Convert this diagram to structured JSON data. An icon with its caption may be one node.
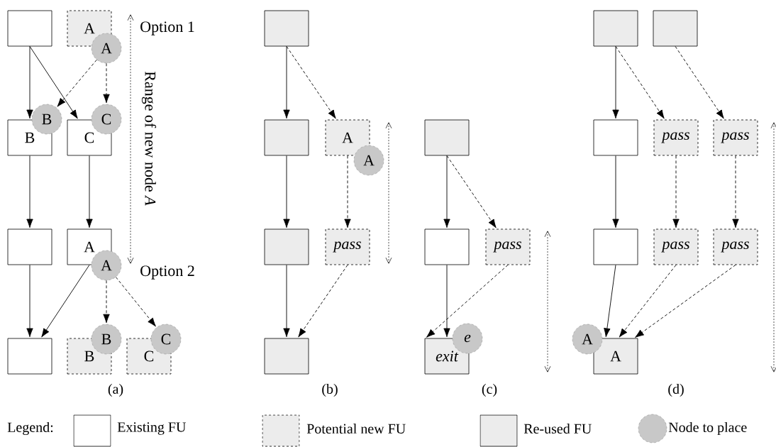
{
  "diagram": {
    "nodes": [
      {
        "text": [],
        "shape": "box"
      },
      {
        "text": [
          "A"
        ]
      },
      {
        "text": [
          "A"
        ]
      },
      {
        "text": [
          "B"
        ]
      },
      {
        "text": [
          "B"
        ]
      },
      {
        "text": [
          "C"
        ]
      },
      {
        "text": [
          "C"
        ]
      },
      {
        "text": [],
        "shape": "box"
      },
      {
        "text": [
          "A"
        ]
      },
      {
        "text": [
          "A"
        ]
      },
      {
        "text": [],
        "shape": "box"
      },
      {
        "text": [
          "B"
        ]
      },
      {
        "text": [
          "B"
        ]
      },
      {
        "text": [
          "C"
        ]
      },
      {
        "text": [
          "C"
        ]
      },
      {
        "text": [],
        "shape": "box"
      },
      {
        "text": [],
        "shape": "box"
      },
      {
        "text": [
          "A"
        ]
      },
      {
        "text": [
          "A"
        ]
      },
      {
        "text": [],
        "shape": "box"
      },
      {
        "text": [
          "pass"
        ]
      },
      {
        "text": [],
        "shape": "box"
      },
      {
        "text": [],
        "shape": "box"
      },
      {
        "text": [],
        "shape": "box"
      },
      {
        "text": [
          "pass"
        ]
      },
      {
        "text": [
          "exit"
        ]
      },
      {
        "text": [
          "e"
        ]
      },
      {
        "text": [],
        "shape": "box"
      },
      {
        "text": [],
        "shape": "box"
      },
      {
        "text": [],
        "shape": "box"
      },
      {
        "text": [
          "pass"
        ]
      },
      {
        "text": [
          "pass"
        ]
      },
      {
        "text": [],
        "shape": "box"
      },
      {
        "text": [
          "pass"
        ]
      },
      {
        "text": [
          "pass"
        ]
      },
      {
        "text": [
          "A"
        ]
      },
      {
        "text": [
          "A"
        ]
      }
    ],
    "edges": [
      {
        "from": 0,
        "to": 3,
        "arrow": "to"
      },
      {
        "from": 0,
        "to": 5,
        "arrow": "to"
      },
      {
        "from": 2,
        "to": 4,
        "arrow": "to",
        "style": "dashed"
      },
      {
        "from": 2,
        "to": 6,
        "arrow": "to",
        "style": "dashed"
      },
      {
        "from": 3,
        "to": 7,
        "arrow": "to"
      },
      {
        "from": 5,
        "to": 8,
        "arrow": "to"
      },
      {
        "from": 7,
        "to": 10,
        "arrow": "to"
      },
      {
        "from": 8,
        "to": 10,
        "arrow": "to"
      },
      {
        "from": 9,
        "to": 12,
        "arrow": "to",
        "style": "dashed"
      },
      {
        "from": 9,
        "to": 14,
        "arrow": "to",
        "style": "dashed"
      },
      {
        "from": 15,
        "to": 16,
        "arrow": "to"
      },
      {
        "from": 15,
        "to": 17,
        "arrow": "to",
        "style": "dashed"
      },
      {
        "from": 16,
        "to": 19,
        "arrow": "to"
      },
      {
        "from": 17,
        "to": 20,
        "arrow": "to",
        "style": "dashed"
      },
      {
        "from": 19,
        "to": 21,
        "arrow": "to"
      },
      {
        "from": 20,
        "to": 21,
        "arrow": "to",
        "style": "dashed"
      },
      {
        "from": 22,
        "to": 23,
        "arrow": "to"
      },
      {
        "from": 22,
        "to": 24,
        "arrow": "to",
        "style": "dashed"
      },
      {
        "from": 23,
        "to": 25,
        "arrow": "to"
      },
      {
        "from": 24,
        "to": 25,
        "arrow": "to",
        "style": "dashed"
      },
      {
        "from": 27,
        "to": 29,
        "arrow": "to"
      },
      {
        "from": 27,
        "to": 30,
        "arrow": "to",
        "style": "dashed"
      },
      {
        "from": 28,
        "to": 31,
        "arrow": "to",
        "style": "dashed"
      },
      {
        "from": 29,
        "to": 32,
        "arrow": "to"
      },
      {
        "from": 30,
        "to": 33,
        "arrow": "to",
        "style": "dashed"
      },
      {
        "from": 31,
        "to": 34,
        "arrow": "to",
        "style": "dashed"
      },
      {
        "from": 32,
        "to": 35,
        "arrow": "to"
      },
      {
        "from": 33,
        "to": 35,
        "arrow": "to",
        "style": "dashed"
      },
      {
        "from": 34,
        "to": 35,
        "arrow": "to",
        "style": "dashed"
      }
    ],
    "labels": [
      "Option 1",
      "Range of new node *A*",
      "Option 2",
      "(a)",
      "(b)",
      "(c)",
      "(d)",
      "Legend:"
    ],
    "legend": [
      {
        "text": "Existing FU"
      },
      {
        "text": "Potential new FU"
      },
      {
        "text": "Re-used FU"
      },
      {
        "text": "Node to place"
      }
    ]
  }
}
